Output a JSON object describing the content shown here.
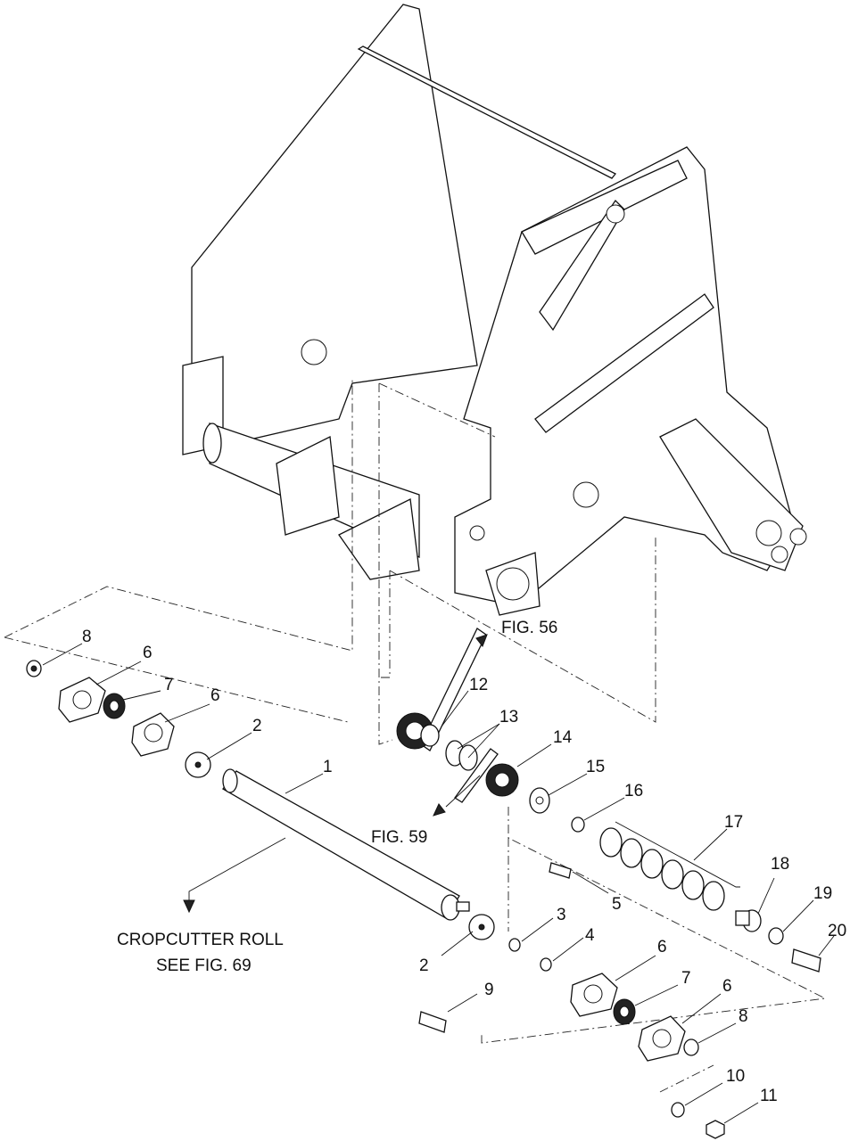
{
  "diagram": {
    "callouts": {
      "c1": "1",
      "c2a": "2",
      "c2b": "2",
      "c3": "3",
      "c4": "4",
      "c5": "5",
      "c6a": "6",
      "c6b": "6",
      "c6c": "6",
      "c6d": "6",
      "c7a": "7",
      "c7b": "7",
      "c8a": "8",
      "c8b": "8",
      "c9": "9",
      "c10": "10",
      "c11": "11",
      "c12": "12",
      "c13": "13",
      "c14": "14",
      "c15": "15",
      "c16": "16",
      "c17": "17",
      "c18": "18",
      "c19": "19",
      "c20": "20"
    },
    "references": {
      "fig56": "FIG. 56",
      "fig59": "FIG. 59",
      "cropcutter_line1": "CROPCUTTER ROLL",
      "cropcutter_line2": "SEE FIG. 69"
    }
  }
}
